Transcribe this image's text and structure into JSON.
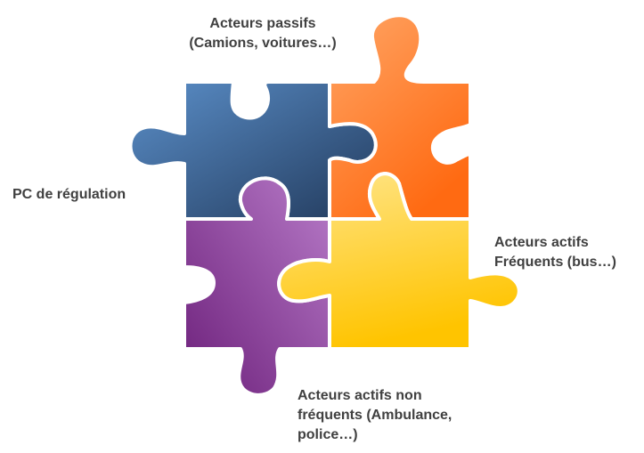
{
  "labels": {
    "passive_actors": [
      "Acteurs passifs",
      "(Camions, voitures…)"
    ],
    "regulation_pc": "PC de régulation",
    "frequent_actors": [
      "Acteurs actifs",
      "Fréquents (bus…)"
    ],
    "non_frequent_actors": [
      "Acteurs actifs non",
      "fréquents (Ambulance,",
      "police…)"
    ]
  },
  "pieces": [
    {
      "id": "blue",
      "color_light": "#5b8fc9",
      "color_dark": "#223a5c"
    },
    {
      "id": "orange",
      "color_light": "#ffa565",
      "color_dark": "#ff6a12"
    },
    {
      "id": "purple",
      "color_light": "#b77bc8",
      "color_dark": "#6c1f7a"
    },
    {
      "id": "yellow",
      "color_light": "#ffe58a",
      "color_dark": "#ffc400"
    }
  ]
}
